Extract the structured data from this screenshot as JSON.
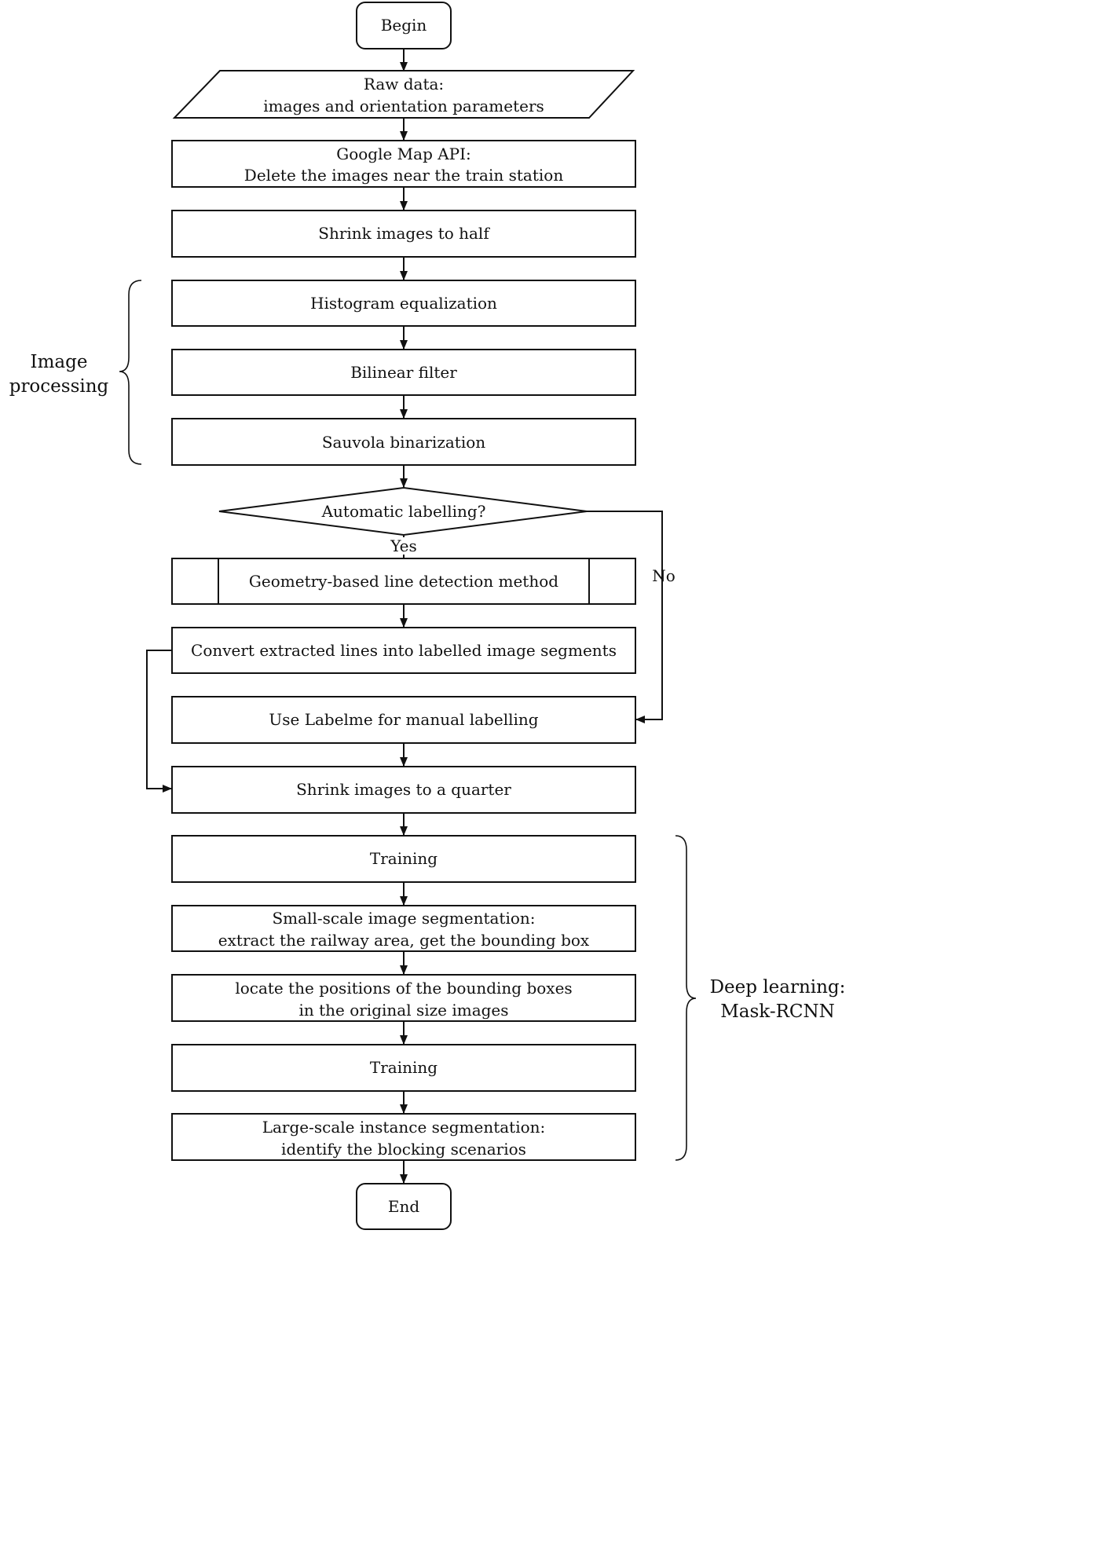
{
  "nodes": {
    "begin": "Begin",
    "raw_data": [
      "Raw data:",
      "images and orientation parameters"
    ],
    "google_map": [
      "Google Map API:",
      "Delete the images near the train station"
    ],
    "shrink_half": "Shrink images to half",
    "histogram": "Histogram equalization",
    "bilinear": "Bilinear filter",
    "sauvola": "Sauvola binarization",
    "decision": "Automatic labelling?",
    "line_detection": "Geometry-based line detection method",
    "convert_lines": "Convert extracted lines into labelled image segments",
    "labelme": "Use Labelme for manual labelling",
    "shrink_quarter": "Shrink images to a quarter",
    "training_1": "Training",
    "small_scale": [
      "Small-scale image segmentation:",
      "extract the railway area, get the bounding box"
    ],
    "locate": [
      "locate the positions of the bounding boxes",
      "in the original size images"
    ],
    "training_2": "Training",
    "large_scale": [
      "Large-scale instance segmentation:",
      "identify the blocking scenarios"
    ],
    "end": "End"
  },
  "branches": {
    "yes": "Yes",
    "no": "No"
  },
  "groups": {
    "image_processing": [
      "Image",
      "processing"
    ],
    "deep_learning": [
      "Deep learning:",
      "Mask-RCNN"
    ]
  }
}
